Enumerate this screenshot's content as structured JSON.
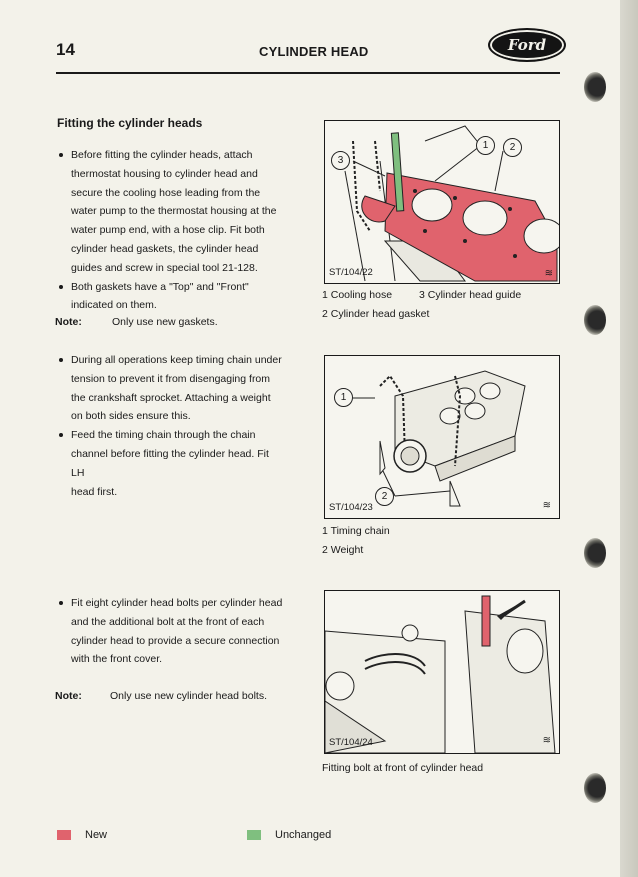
{
  "header": {
    "page_number": "14",
    "title": "CYLINDER HEAD",
    "logo_text": "Ford"
  },
  "section": {
    "heading": "Fitting the cylinder heads"
  },
  "block1": {
    "bullets": [
      [
        "Before fitting the cylinder heads, attach",
        "thermostat housing to cylinder head and",
        "secure the cooling hose leading from the",
        "water pump to the thermostat housing at the",
        "water pump end, with a hose clip. Fit both",
        "cylinder head gaskets, the cylinder head",
        "guides and screw in special tool 21-128."
      ],
      [
        "Both gaskets have a \"Top\" and \"Front\"",
        "indicated on them."
      ]
    ],
    "note_label": "Note:",
    "note_text": "Only use new gaskets."
  },
  "block2": {
    "bullets": [
      [
        "During all operations keep timing chain under",
        "tension to prevent it from disengaging from",
        "the crankshaft sprocket. Attaching a weight",
        "on both sides ensure this."
      ],
      [
        "Feed the timing chain through the chain",
        "channel before fitting the cylinder head. Fit LH",
        "head first."
      ]
    ]
  },
  "block3": {
    "bullets": [
      [
        "Fit eight cylinder head bolts per cylinder head",
        "and the additional bolt at the front of each",
        "cylinder head to provide a secure connection",
        "with the front cover."
      ]
    ],
    "note_label": "Note:",
    "note_text": "Only use new cylinder head bolts."
  },
  "figures": [
    {
      "ref": "ST/104/22",
      "callouts": [
        "1",
        "2",
        "3"
      ],
      "captions": [
        "1  Cooling hose",
        "3  Cylinder head guide",
        "2  Cylinder head gasket"
      ]
    },
    {
      "ref": "ST/104/23",
      "callouts": [
        "1",
        "2"
      ],
      "captions": [
        "1  Timing chain",
        "2  Weight"
      ]
    },
    {
      "ref": "ST/104/24",
      "captions": [
        "Fitting bolt at front of cylinder head"
      ]
    }
  ],
  "legend": {
    "new_label": "New",
    "new_color": "#e0636d",
    "unchanged_label": "Unchanged",
    "unchanged_color": "#7fbf7f"
  },
  "colors": {
    "highlight_red": "#e0636d",
    "highlight_green": "#7fbf7f"
  }
}
